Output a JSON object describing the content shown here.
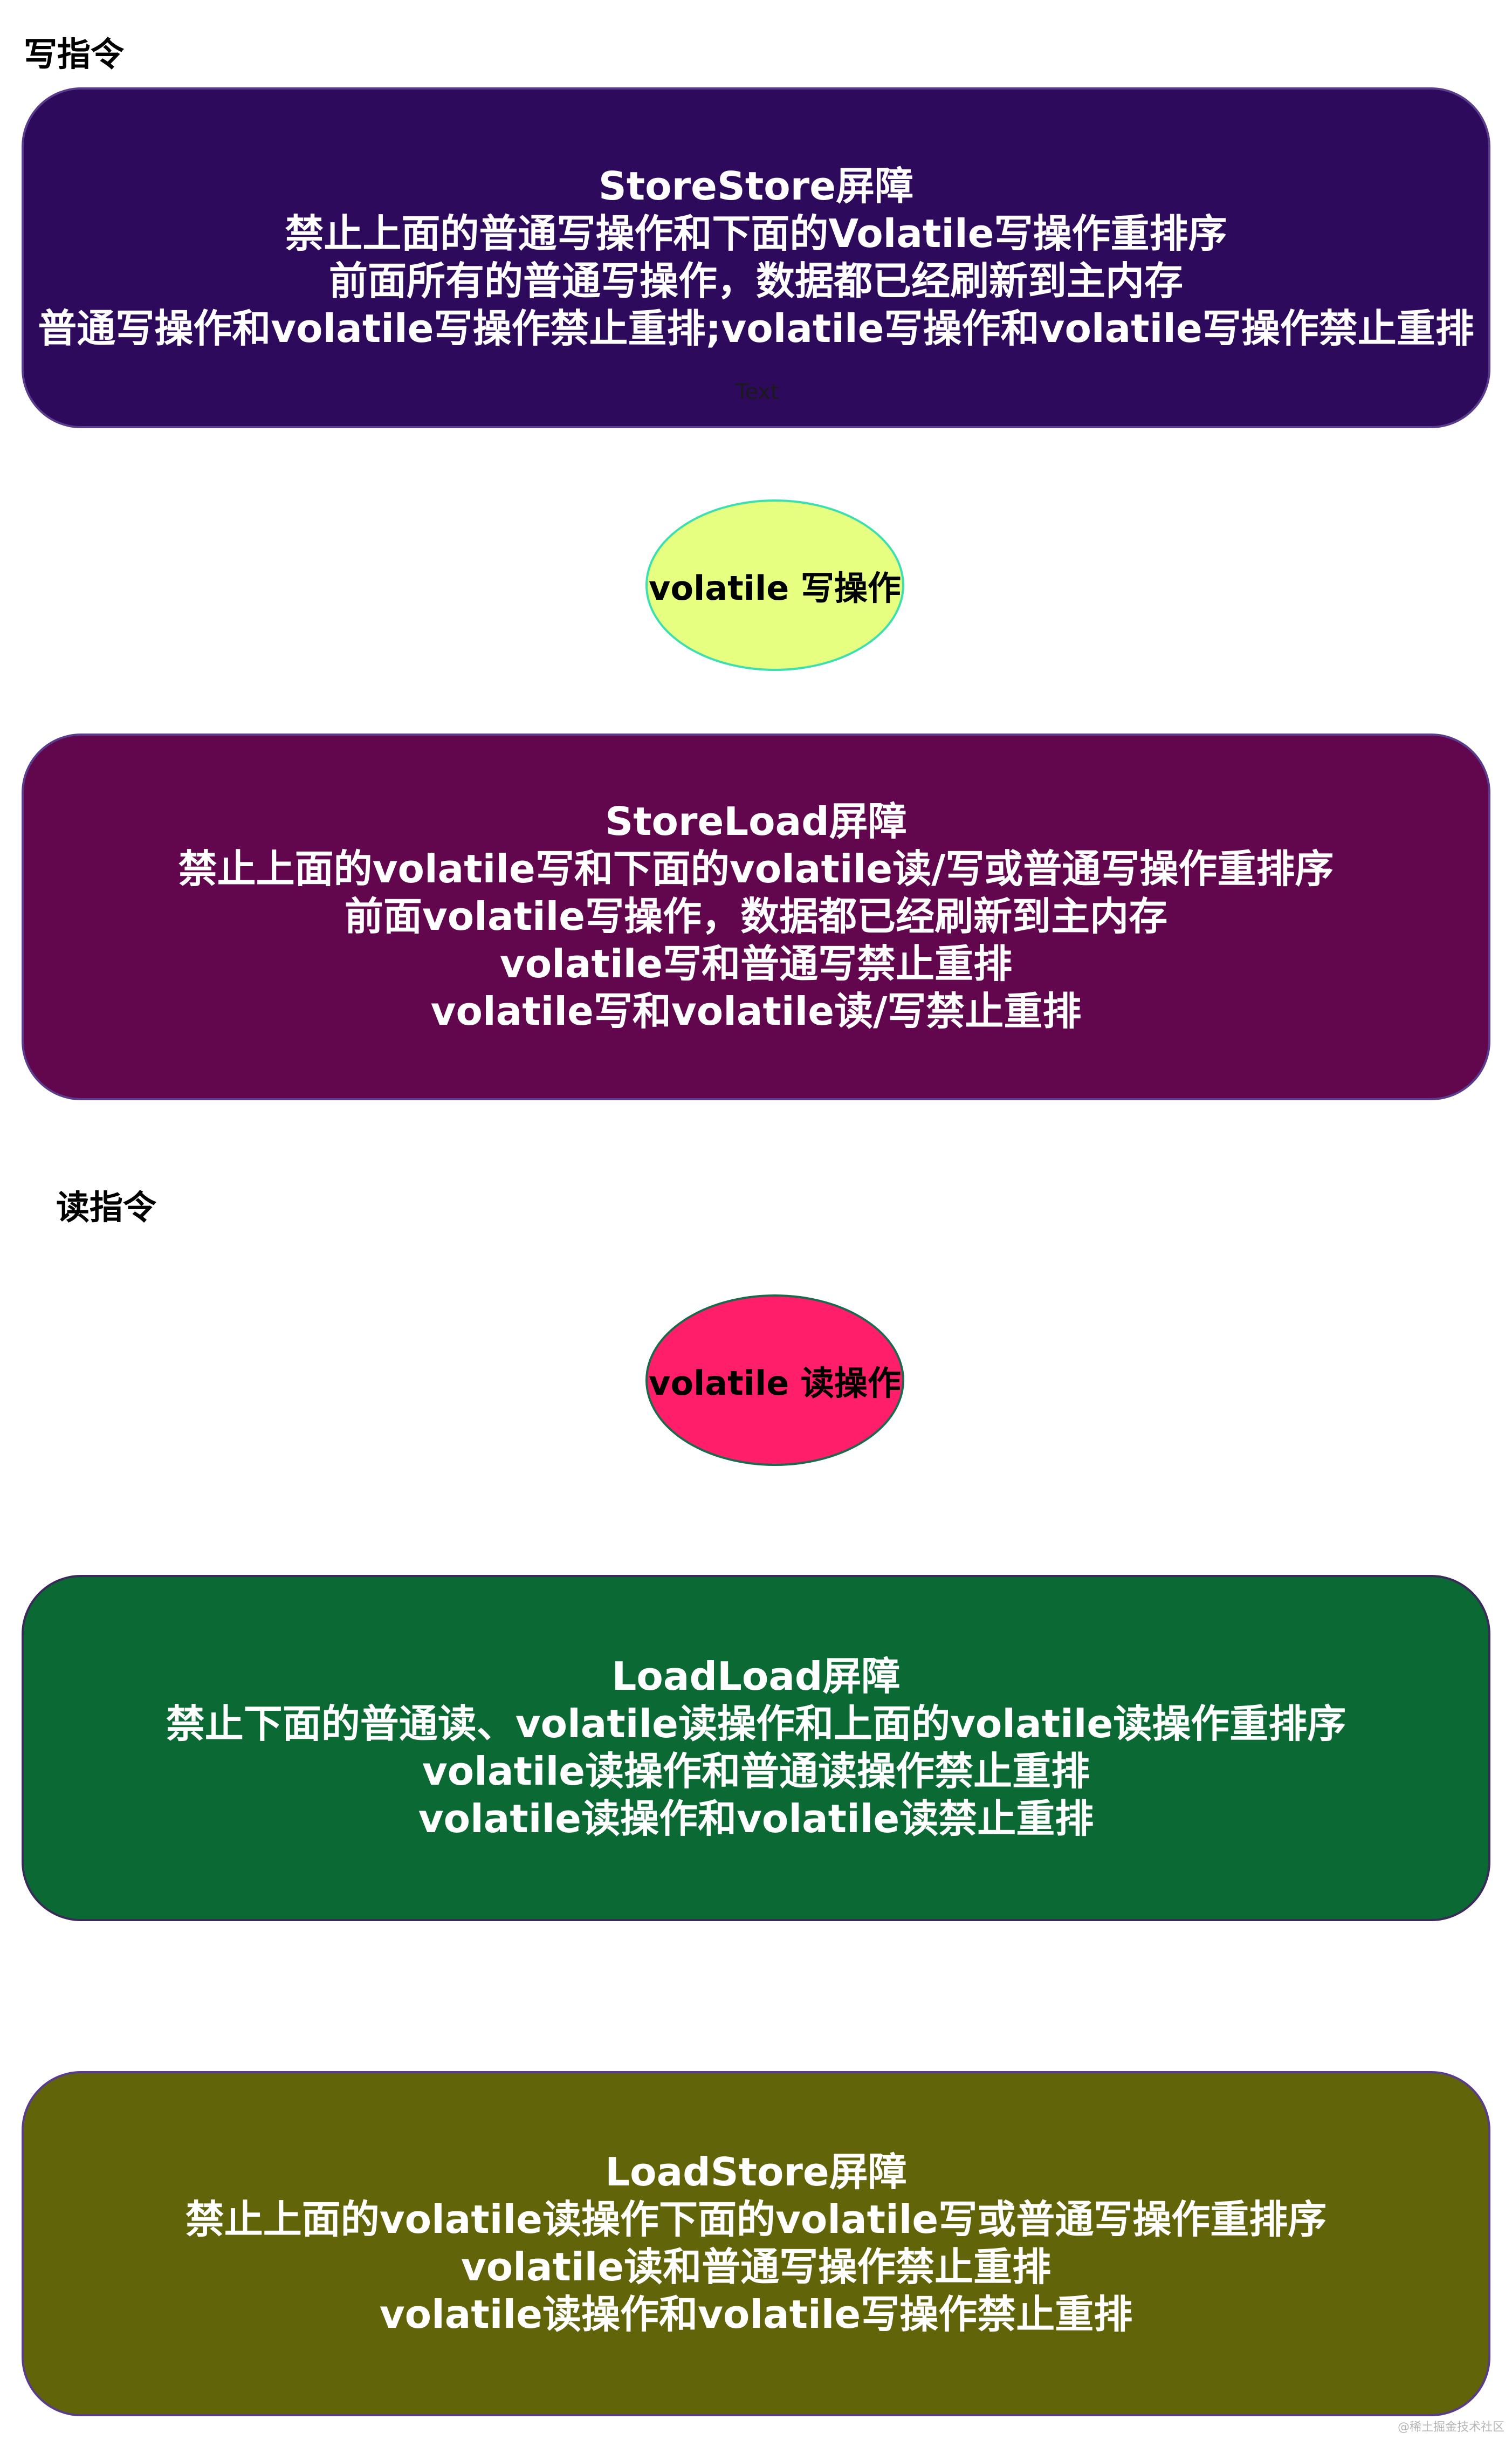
{
  "write_section": {
    "label": "写指令",
    "storestore": {
      "title": "StoreStore屏障",
      "lines": [
        "禁止上面的普通写操作和下面的Volatile写操作重排序",
        "前面所有的普通写操作，数据都已经刷新到主内存",
        "普通写操作和volatile写操作禁止重排;volatile写操作和volatile写操作禁止重排"
      ],
      "stray_text": "Text",
      "color": "#2e0a5c"
    },
    "volatile_write": {
      "label": "volatile 写操作",
      "color": "#e6ff80"
    },
    "storeload": {
      "title": "StoreLoad屏障",
      "lines": [
        "禁止上面的volatile写和下面的volatile读/写或普通写操作重排序",
        "前面volatile写操作，数据都已经刷新到主内存",
        "volatile写和普通写禁止重排",
        "volatile写和volatile读/写禁止重排"
      ],
      "color": "#62074e"
    }
  },
  "read_section": {
    "label": "读指令",
    "volatile_read": {
      "label": "volatile 读操作",
      "color": "#ff1e6a"
    },
    "loadload": {
      "title": "LoadLoad屏障",
      "lines": [
        "禁止下面的普通读、volatile读操作和上面的volatile读操作重排序",
        "volatile读操作和普通读操作禁止重排",
        "volatile读操作和volatile读禁止重排"
      ],
      "color": "#0b6a34"
    },
    "loadstore": {
      "title": "LoadStore屏障",
      "lines": [
        "禁止上面的volatile读操作下面的volatile写或普通写操作重排序",
        "volatile读和普通写操作禁止重排",
        "volatile读操作和volatile写操作禁止重排"
      ],
      "color": "#62640a"
    }
  },
  "watermark": "@稀土掘金技术社区"
}
